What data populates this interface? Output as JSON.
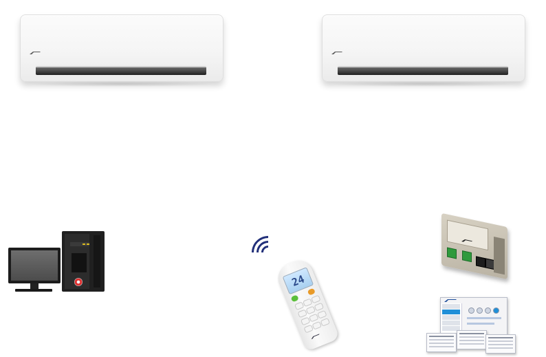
{
  "diagram": {
    "indoor_units": [
      {
        "id": "ac-unit-1",
        "brand_mark": ""
      },
      {
        "id": "ac-unit-2",
        "brand_mark": ""
      }
    ],
    "controllers": {
      "pc": {
        "icon": "desktop-computer-icon"
      },
      "remote": {
        "icon": "remote-control-icon",
        "display_temperature": "24"
      },
      "gateway": {
        "icon": "gateway-module-icon"
      },
      "software": {
        "icon": "config-software-icon"
      }
    },
    "wireless": {
      "icon": "wireless-signal-icon",
      "color": "#22307a"
    },
    "colors": {
      "remote_on_button": "#5bbf3a",
      "remote_off_button": "#e89a28",
      "gateway_terminals": "#2e9a3c",
      "software_accent": "#1f8fd8"
    }
  }
}
